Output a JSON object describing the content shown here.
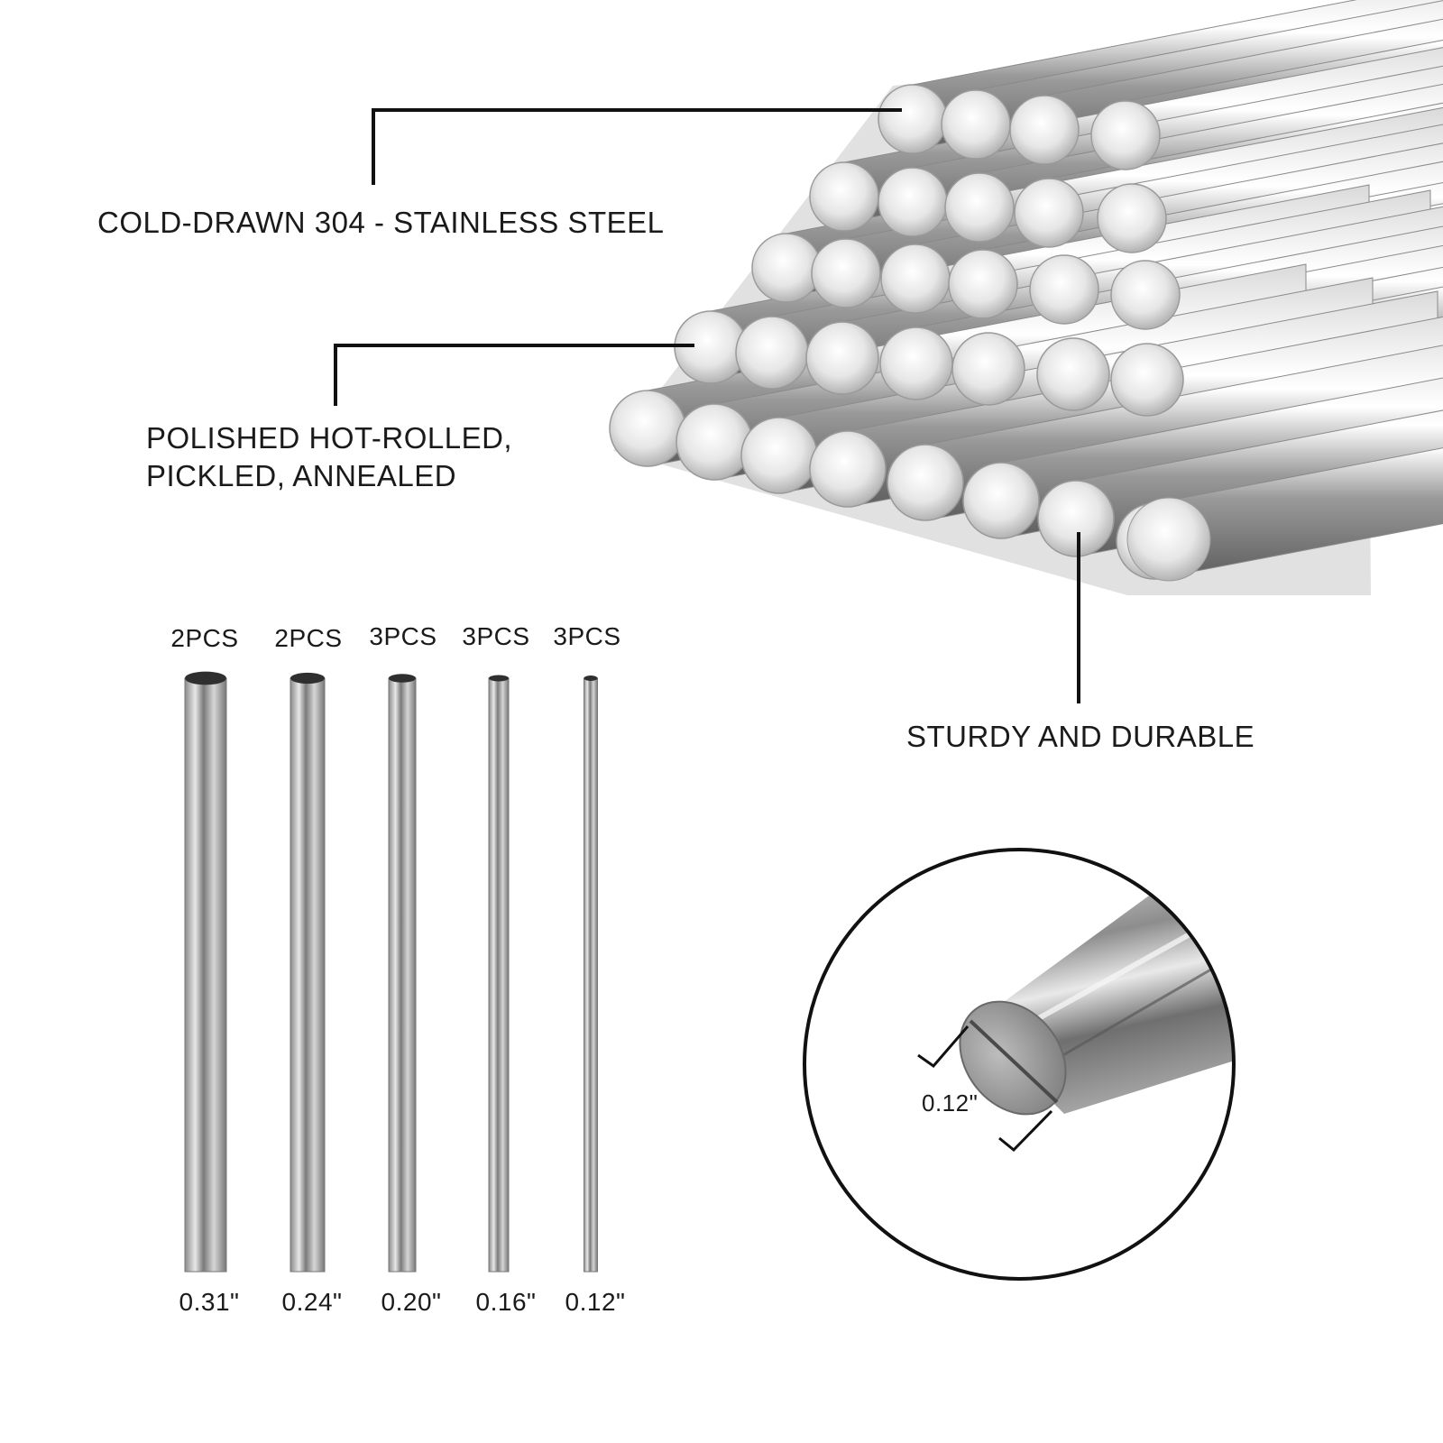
{
  "callouts": {
    "material": "COLD-DRAWN 304 - STAINLESS STEEL",
    "finish_line1": "POLISHED HOT-ROLLED,",
    "finish_line2": "PICKLED, ANNEALED",
    "durability": "STURDY AND DURABLE"
  },
  "rods": [
    {
      "count": "2PCS",
      "diameter": "0.31\""
    },
    {
      "count": "2PCS",
      "diameter": "0.24\""
    },
    {
      "count": "3PCS",
      "diameter": "0.20\""
    },
    {
      "count": "3PCS",
      "diameter": "0.16\""
    },
    {
      "count": "3PCS",
      "diameter": "0.12\""
    }
  ],
  "zoom": {
    "diameter": "0.12\""
  },
  "colors": {
    "text": "#1a1a1a",
    "steel_light": "#f2f2f2",
    "steel_dark": "#6e6e6e"
  }
}
